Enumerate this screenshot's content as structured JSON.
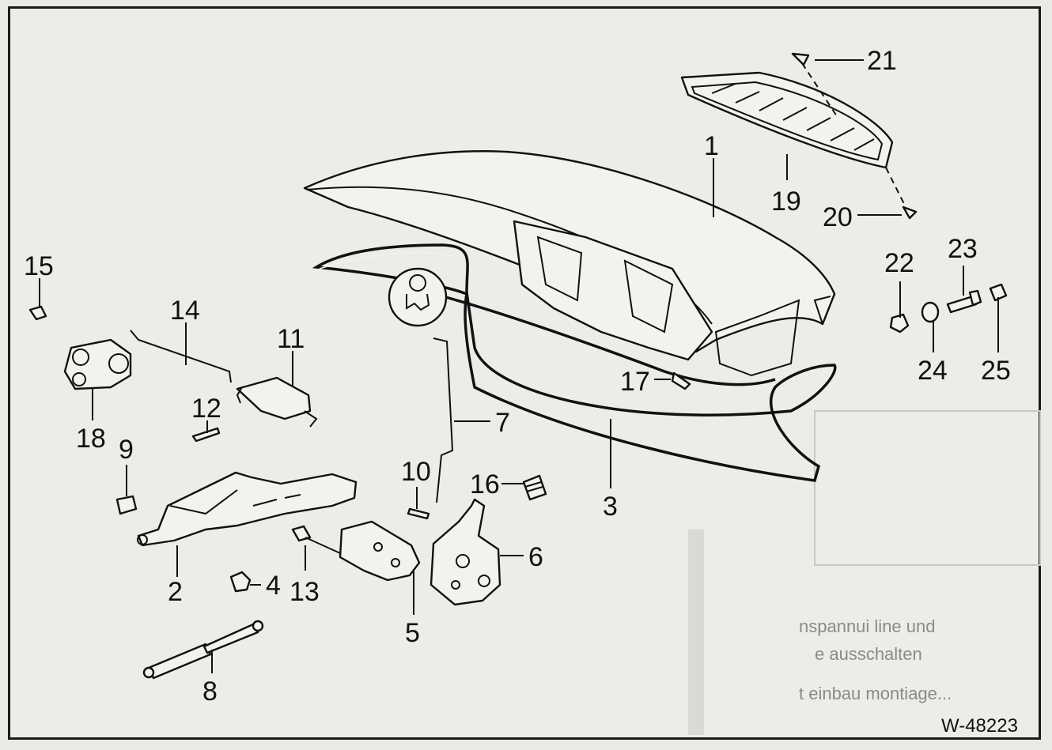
{
  "figure_ref": "W-48223",
  "callouts": [
    "1",
    "2",
    "3",
    "4",
    "5",
    "6",
    "7",
    "8",
    "9",
    "10",
    "11",
    "12",
    "13",
    "14",
    "15",
    "16",
    "17",
    "18",
    "19",
    "20",
    "21",
    "22",
    "23",
    "24",
    "25"
  ],
  "bleed_text": [
    "nspannui line und",
    "e ausschalten",
    "t einbau montiage..."
  ]
}
